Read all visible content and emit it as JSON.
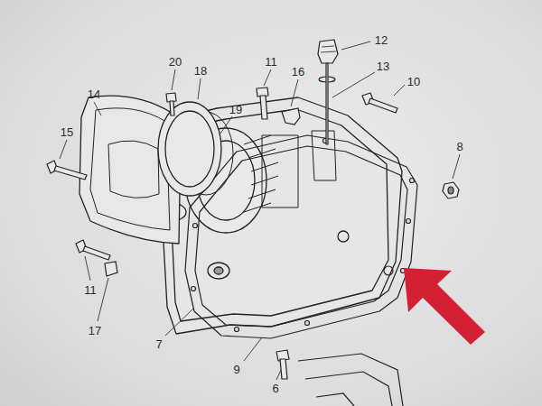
{
  "diagram": {
    "labels": [
      "12",
      "13",
      "20",
      "18",
      "11",
      "16",
      "10",
      "14",
      "19",
      "15",
      "8",
      "11",
      "17",
      "7",
      "9",
      "6"
    ]
  }
}
